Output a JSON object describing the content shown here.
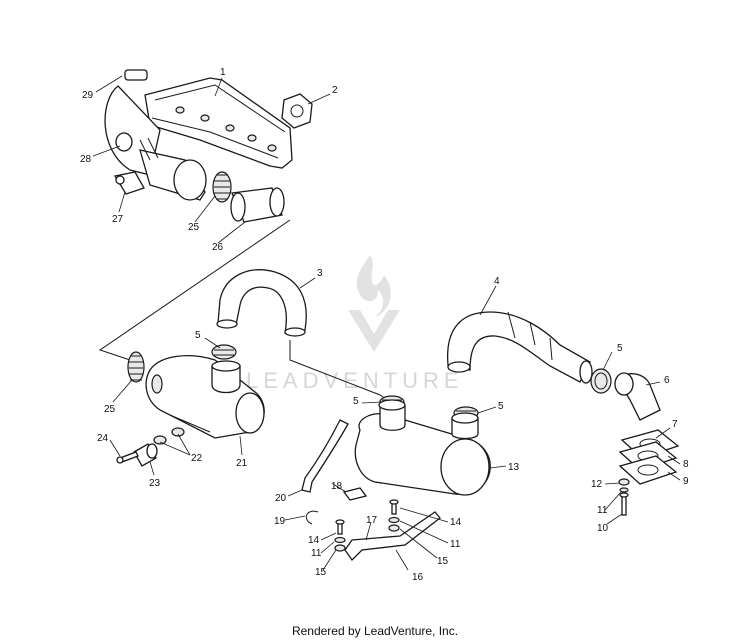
{
  "watermark": {
    "brand": "LEADVENTURE",
    "color": "#d6d6d6"
  },
  "footer": {
    "text": "Rendered by LeadVenture, Inc."
  },
  "callouts": [
    "1",
    "2",
    "3",
    "4",
    "5",
    "5",
    "5",
    "5",
    "6",
    "7",
    "8",
    "9",
    "10",
    "11",
    "11",
    "11",
    "12",
    "13",
    "14",
    "14",
    "15",
    "15",
    "16",
    "17",
    "18",
    "19",
    "20",
    "21",
    "22",
    "23",
    "24",
    "25",
    "25",
    "26",
    "27",
    "28",
    "29"
  ]
}
